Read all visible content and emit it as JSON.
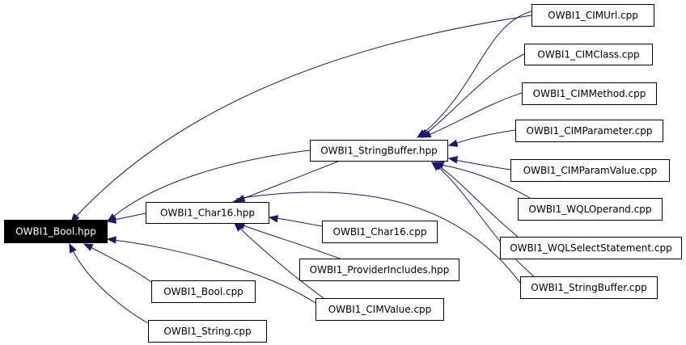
{
  "diagram": {
    "nodes": [
      {
        "id": "bool_hpp",
        "label": "OWBI1_Bool.hpp",
        "root": true
      },
      {
        "id": "char16_hpp",
        "label": "OWBI1_Char16.hpp"
      },
      {
        "id": "stringbuffer_hpp",
        "label": "OWBI1_StringBuffer.hpp"
      },
      {
        "id": "cimurl_cpp",
        "label": "OWBI1_CIMUrl.cpp"
      },
      {
        "id": "cimclass_cpp",
        "label": "OWBI1_CIMClass.cpp"
      },
      {
        "id": "cimmethod_cpp",
        "label": "OWBI1_CIMMethod.cpp"
      },
      {
        "id": "cimparameter_cpp",
        "label": "OWBI1_CIMParameter.cpp"
      },
      {
        "id": "cimparamvalue_cpp",
        "label": "OWBI1_CIMParamValue.cpp"
      },
      {
        "id": "wqloperand_cpp",
        "label": "OWBI1_WQLOperand.cpp"
      },
      {
        "id": "wqlselect_cpp",
        "label": "OWBI1_WQLSelectStatement.cpp"
      },
      {
        "id": "stringbuffer_cpp",
        "label": "OWBI1_StringBuffer.cpp"
      },
      {
        "id": "char16_cpp",
        "label": "OWBI1_Char16.cpp"
      },
      {
        "id": "providerincludes_hpp",
        "label": "OWBI1_ProviderIncludes.hpp"
      },
      {
        "id": "cimvalue_cpp",
        "label": "OWBI1_CIMValue.cpp"
      },
      {
        "id": "bool_cpp",
        "label": "OWBI1_Bool.cpp"
      },
      {
        "id": "string_cpp",
        "label": "OWBI1_String.cpp"
      }
    ],
    "edges": [
      {
        "from": "cimurl_cpp",
        "to": "bool_hpp"
      },
      {
        "from": "stringbuffer_hpp",
        "to": "bool_hpp"
      },
      {
        "from": "char16_hpp",
        "to": "bool_hpp"
      },
      {
        "from": "cimvalue_cpp",
        "to": "bool_hpp"
      },
      {
        "from": "bool_cpp",
        "to": "bool_hpp"
      },
      {
        "from": "string_cpp",
        "to": "bool_hpp"
      },
      {
        "from": "stringbuffer_hpp",
        "to": "char16_hpp"
      },
      {
        "from": "stringbuffer_cpp",
        "to": "char16_hpp"
      },
      {
        "from": "char16_cpp",
        "to": "char16_hpp"
      },
      {
        "from": "providerincludes_hpp",
        "to": "char16_hpp"
      },
      {
        "from": "cimvalue_cpp",
        "to": "char16_hpp"
      },
      {
        "from": "cimurl_cpp",
        "to": "stringbuffer_hpp"
      },
      {
        "from": "cimclass_cpp",
        "to": "stringbuffer_hpp"
      },
      {
        "from": "cimmethod_cpp",
        "to": "stringbuffer_hpp"
      },
      {
        "from": "cimparameter_cpp",
        "to": "stringbuffer_hpp"
      },
      {
        "from": "cimparamvalue_cpp",
        "to": "stringbuffer_hpp"
      },
      {
        "from": "wqloperand_cpp",
        "to": "stringbuffer_hpp"
      },
      {
        "from": "wqlselect_cpp",
        "to": "stringbuffer_hpp"
      },
      {
        "from": "stringbuffer_cpp",
        "to": "stringbuffer_hpp"
      }
    ],
    "colors": {
      "edge": "#191970",
      "root_fill": "#000000",
      "root_text": "#ffffff",
      "node_fill": "#ffffff",
      "node_border": "#000000"
    }
  }
}
